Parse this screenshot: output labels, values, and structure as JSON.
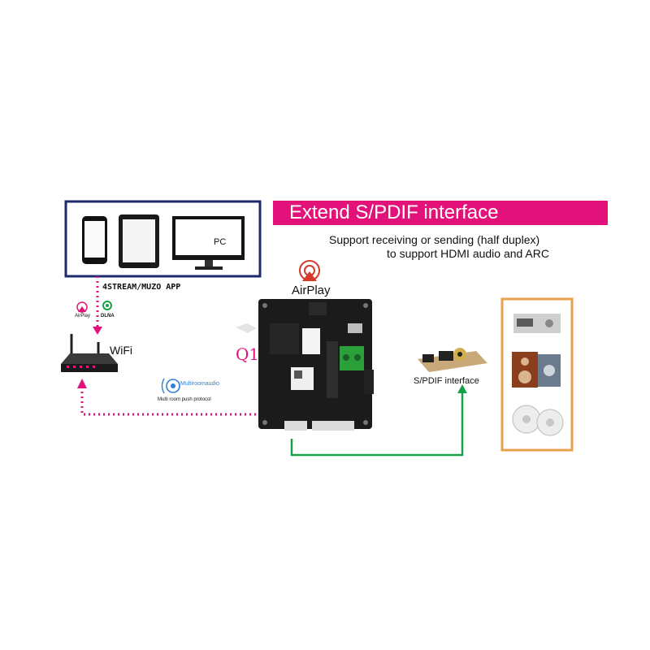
{
  "banner": {
    "title": "Extend S/PDIF interface",
    "line1": "Support receiving or sending (half duplex)",
    "line2": "to support HDMI audio and ARC"
  },
  "devices": {
    "pc_label": "PC",
    "app_label": "4STREAM/MUZO APP",
    "airplay_small": "AirPlay",
    "dlna_label": "DLNA"
  },
  "router": {
    "label": "WiFi"
  },
  "multiroom": {
    "logo_text": "Multiroomaudio",
    "caption": "Multi room push protocol"
  },
  "board": {
    "model": "Q1",
    "airplay_label": "AirPlay"
  },
  "spdif": {
    "label": "S/PDIF interface"
  },
  "colors": {
    "magenta": "#e2127a",
    "green": "#18a049",
    "navy": "#1e2a6e",
    "board": "#1b1b1b",
    "gold_frame": "#e8a04a"
  }
}
